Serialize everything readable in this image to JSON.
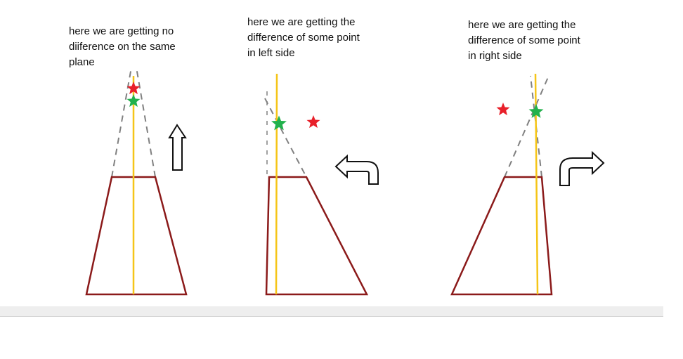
{
  "panels": [
    {
      "caption": "here we are getting no\ndiiference on the same\nplane",
      "arrow": "arrow-up-icon"
    },
    {
      "caption": "here we are getting the\ndifference  of some point\nin left side",
      "arrow": "turn-left-icon"
    },
    {
      "caption": "here we are getting the\ndifference  of some point\nin  right side",
      "arrow": "turn-right-icon"
    }
  ],
  "colors": {
    "trapezoid": "#8b1a1a",
    "centerline": "#f5c518",
    "dashed_guide": "#808080",
    "star_red": "#e8202a",
    "star_green": "#22b14c",
    "arrow_outline": "#111111",
    "bottom_bar": "#eeeeee"
  }
}
